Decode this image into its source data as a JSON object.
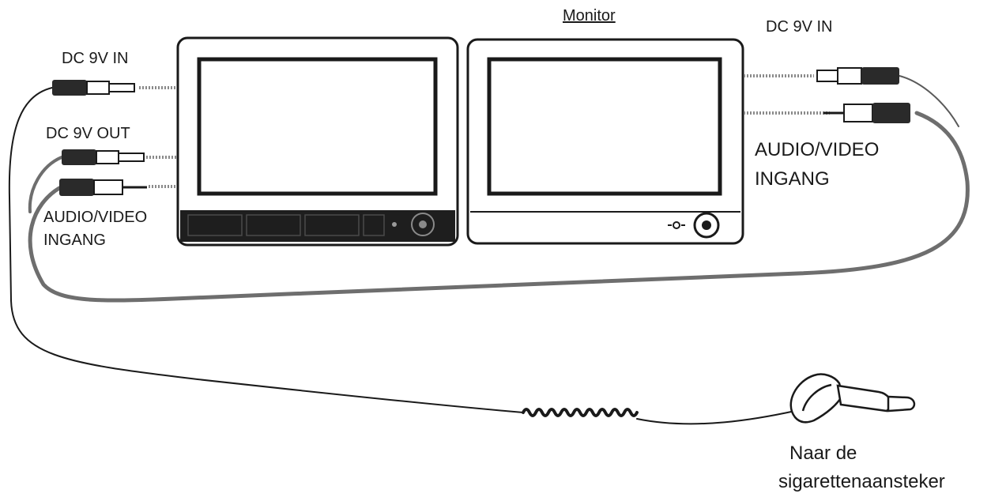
{
  "diagram": {
    "title": "Monitor",
    "left_unit": {
      "dc_in_label": "DC 9V IN",
      "dc_out_label": "DC 9V OUT",
      "av_input_label_1": "AUDIO/VIDEO",
      "av_input_label_2": "INGANG"
    },
    "right_unit": {
      "dc_in_label": "DC 9V IN",
      "av_input_label_1": "AUDIO/VIDEO",
      "av_input_label_2": "INGANG"
    },
    "power_source": {
      "label_1": "Naar de",
      "label_2": "sigarettenaansteker"
    },
    "colors": {
      "line": "#1a1a1a",
      "cable": "#6e6e6e",
      "screen_frame": "#1a1a1a",
      "dotted": "#8a8a8a"
    }
  }
}
